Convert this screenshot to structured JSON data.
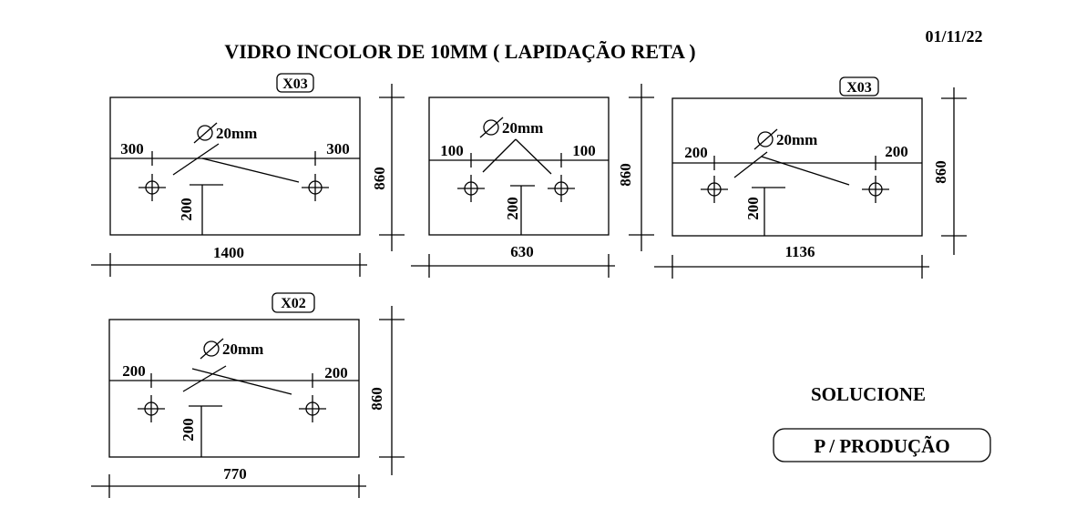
{
  "header": {
    "title": "VIDRO INCOLOR DE 10MM ( LAPIDAÇÃO RETA )",
    "date": "01/11/22"
  },
  "footer": {
    "company": "SOLUCIONE",
    "status_badge": "P / PRODUÇÃO"
  },
  "pieces": [
    {
      "tag": "X03",
      "width": "1400",
      "height": "860",
      "hole_label": "20mm",
      "left_offset": "300",
      "right_offset": "300",
      "vertical_offset": "200"
    },
    {
      "tag": "",
      "width": "630",
      "height": "860",
      "hole_label": "20mm",
      "left_offset": "100",
      "right_offset": "100",
      "vertical_offset": "200"
    },
    {
      "tag": "X03",
      "width": "1136",
      "height": "860",
      "hole_label": "20mm",
      "left_offset": "200",
      "right_offset": "200",
      "vertical_offset": "200"
    },
    {
      "tag": "X02",
      "width": "770",
      "height": "860",
      "hole_label": "20mm",
      "left_offset": "200",
      "right_offset": "200",
      "vertical_offset": "200"
    }
  ]
}
